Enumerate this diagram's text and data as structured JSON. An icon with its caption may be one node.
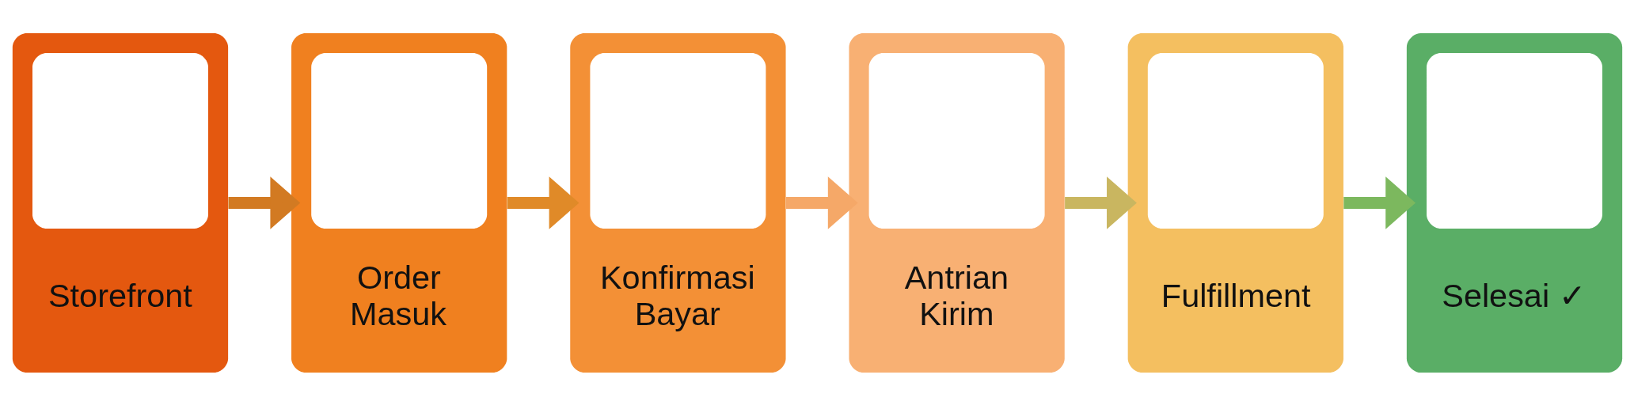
{
  "diagram": {
    "nodes": [
      {
        "text": [
          "Storefront"
        ]
      },
      {
        "text": [
          "Order Masuk"
        ]
      },
      {
        "text": [
          "Konfirmasi Bayar"
        ]
      },
      {
        "text": [
          "Antrian Kirim"
        ]
      },
      {
        "text": [
          "Fulfillment"
        ]
      },
      {
        "text": [
          "Selesai ✓"
        ]
      }
    ],
    "edges": [
      {
        "from": 0,
        "to": 1,
        "arrow": "to"
      },
      {
        "from": 1,
        "to": 2,
        "arrow": "to"
      },
      {
        "from": 2,
        "to": 3,
        "arrow": "to"
      },
      {
        "from": 3,
        "to": 4,
        "arrow": "to"
      },
      {
        "from": 4,
        "to": 5,
        "arrow": "to"
      }
    ]
  }
}
